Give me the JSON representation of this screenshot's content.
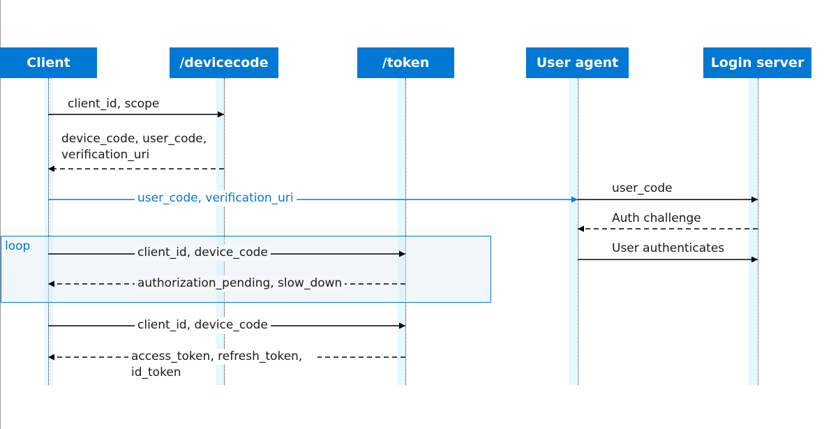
{
  "participants": [
    {
      "key": "client",
      "label": "Client"
    },
    {
      "key": "devicecode",
      "label": "/devicecode"
    },
    {
      "key": "token",
      "label": "/token"
    },
    {
      "key": "useragent",
      "label": "User agent"
    },
    {
      "key": "loginserver",
      "label": "Login server"
    }
  ],
  "loop": {
    "label": "loop"
  },
  "messages": [
    {
      "id": "m1",
      "from": "client",
      "to": "devicecode",
      "style": "solid",
      "color": "#000000",
      "lines": [
        "client_id, scope"
      ]
    },
    {
      "id": "m2",
      "from": "devicecode",
      "to": "client",
      "style": "dashed",
      "color": "#000000",
      "lines": [
        "device_code, user_code,",
        "verification_uri"
      ]
    },
    {
      "id": "m3",
      "from": "client",
      "to": "useragent",
      "style": "solid",
      "color": "#0078d4",
      "lines": [
        "user_code, verification_uri"
      ]
    },
    {
      "id": "m4",
      "from": "useragent",
      "to": "loginserver",
      "style": "solid",
      "color": "#000000",
      "lines": [
        "user_code"
      ]
    },
    {
      "id": "m5",
      "from": "loginserver",
      "to": "useragent",
      "style": "dashed",
      "color": "#000000",
      "lines": [
        "Auth challenge"
      ]
    },
    {
      "id": "m6",
      "from": "client",
      "to": "token",
      "style": "solid",
      "color": "#000000",
      "lines": [
        "client_id, device_code"
      ]
    },
    {
      "id": "m7",
      "from": "useragent",
      "to": "loginserver",
      "style": "solid",
      "color": "#000000",
      "lines": [
        "User authenticates"
      ]
    },
    {
      "id": "m8",
      "from": "token",
      "to": "client",
      "style": "dashed",
      "color": "#000000",
      "lines": [
        "authorization_pending, slow_down"
      ]
    },
    {
      "id": "m9",
      "from": "client",
      "to": "token",
      "style": "solid",
      "color": "#000000",
      "lines": [
        "client_id, device_code"
      ]
    },
    {
      "id": "m10",
      "from": "token",
      "to": "client",
      "style": "dashed",
      "color": "#000000",
      "lines": [
        "access_token, refresh_token,",
        "id_token"
      ]
    }
  ],
  "colors": {
    "header": "#0078d4",
    "lifeband": "#e3f8ff",
    "loop_border": "#0078d4"
  }
}
